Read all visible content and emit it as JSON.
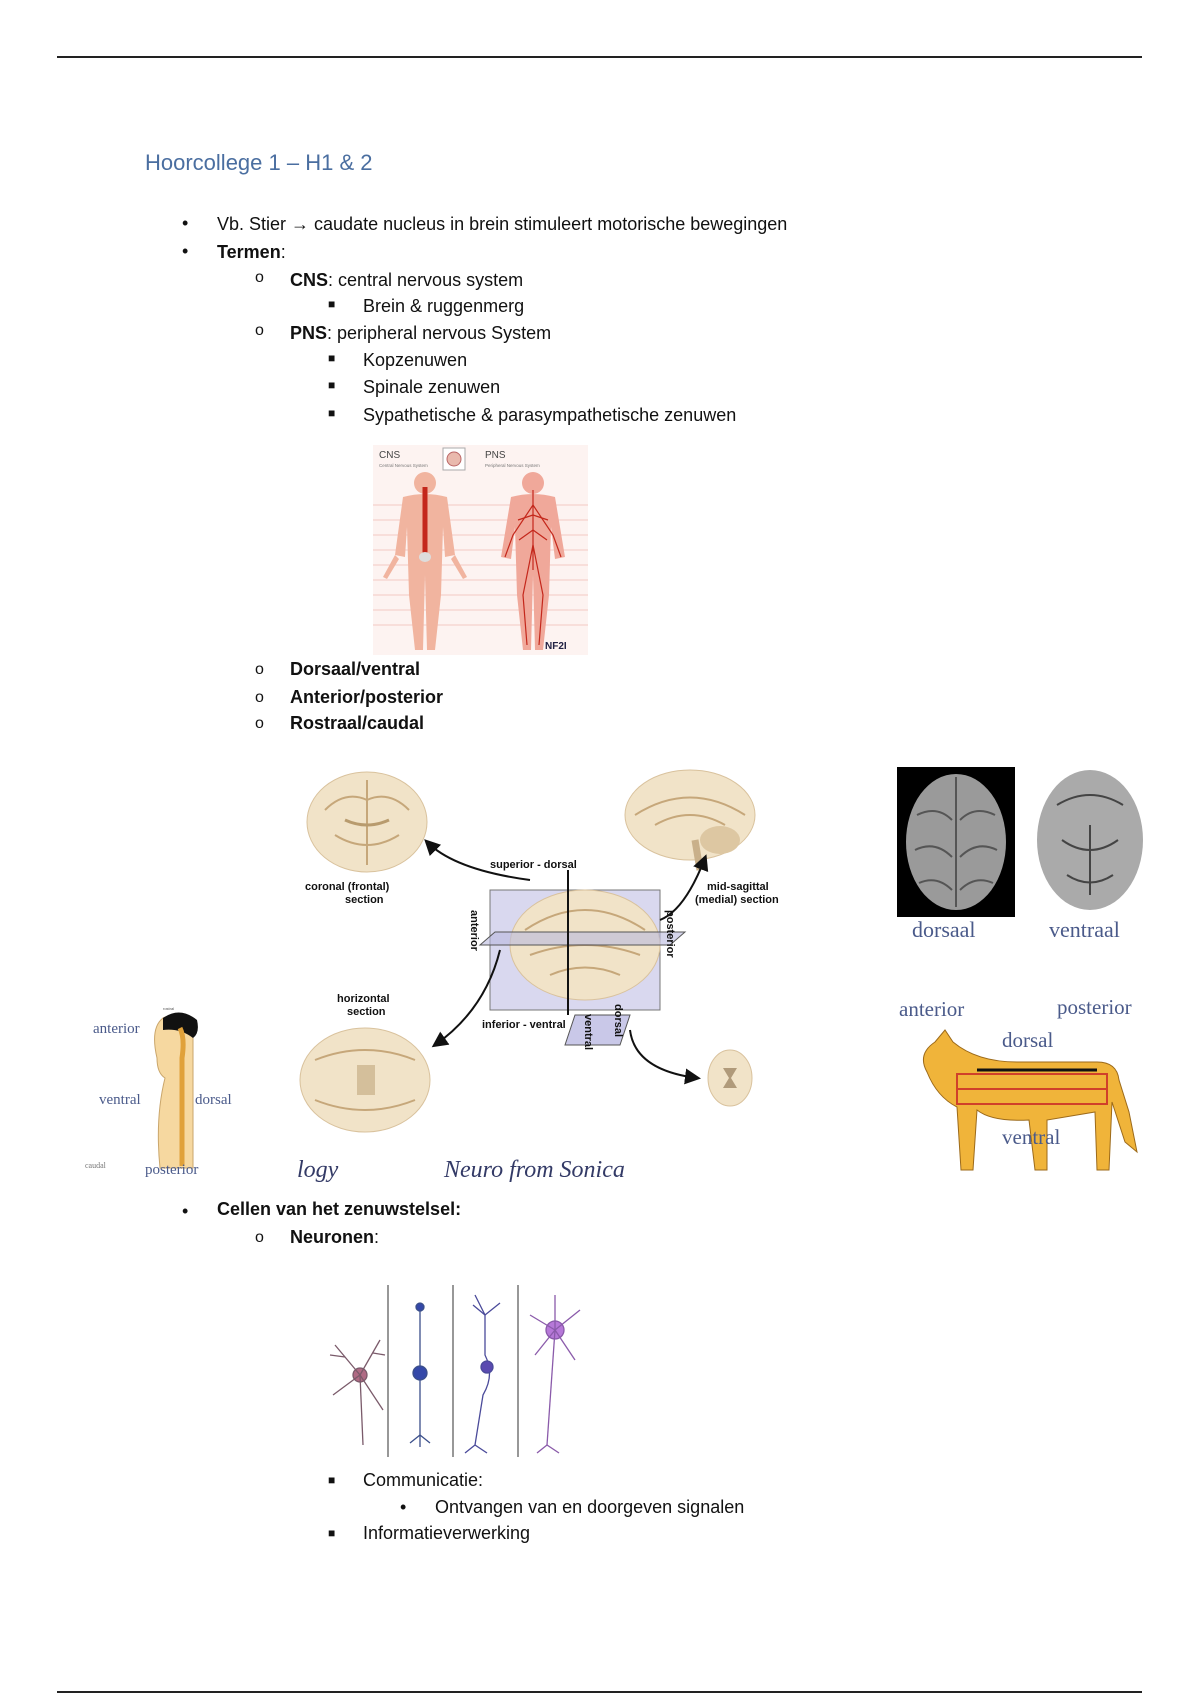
{
  "header": {
    "title": "Hoorcollege 1 – H1 & 2"
  },
  "content": {
    "b1": "Vb. Stier → caudate nucleus in brein stimuleert motorische bewegingen",
    "b2_label": "Termen",
    "b2_colon": ":",
    "cns_label": "CNS",
    "cns_text": ": central nervous system",
    "cns_sub": "Brein & ruggenmerg",
    "pns_label": "PNS",
    "pns_text": ": peripheral nervous System",
    "pns_sub": [
      "Kopzenuwen",
      "Spinale zenuwen",
      "Sypathetische & parasympathetische zenuwen"
    ],
    "directions": [
      "Dorsaal/ventral",
      "Anterior/posterior",
      "Rostraal/caudal"
    ],
    "b3": "Cellen van het zenuwstelsel:",
    "neuronen_label": "Neuronen",
    "neuronen_colon": ":",
    "comm": "Communicatie:",
    "comm_sub": "Ontvangen van en doorgeven signalen",
    "info": "Informatieverwerking"
  },
  "figure_cns_pns": {
    "cns": "CNS",
    "pns": "PNS",
    "cns_sub": "Central Nervous System",
    "pns_sub": "Peripheral Nervous System",
    "credit": "NF2I"
  },
  "figure_planes": {
    "superior": "superior - dorsal",
    "inferior": "inferior - ventral",
    "anterior": "anterior",
    "posterior": "posterior",
    "ventral": "ventral",
    "dorsal": "dorsal",
    "coronal": [
      "coronal (frontal)",
      "section"
    ],
    "midsagittal": [
      "mid-sagittal",
      "(medial) section"
    ],
    "horizontal": [
      "horizontal",
      "section"
    ],
    "caption_left": "logy",
    "caption_right": "Neuro from Sonica"
  },
  "figure_human": {
    "anterior": "anterior",
    "ventral": "ventral",
    "dorsal": "dorsal",
    "posterior": "posterior",
    "rostral": "rostral",
    "caudal": "caudal"
  },
  "figure_brains": {
    "dorsaal": "dorsaal",
    "ventraal": "ventraal"
  },
  "figure_dog": {
    "anterior": "anterior",
    "posterior": "posterior",
    "dorsal": "dorsal",
    "ventral": "ventral"
  },
  "colors": {
    "title": "#4a6ea0",
    "caption": "#333a66"
  }
}
